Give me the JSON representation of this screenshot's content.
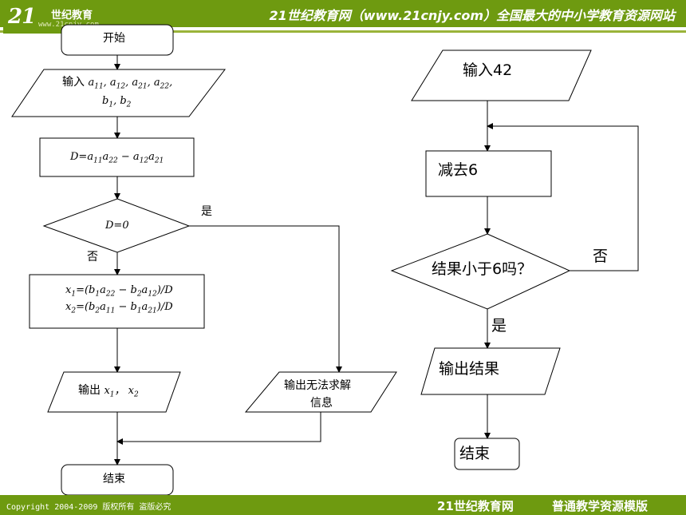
{
  "header": {
    "logo_mark": "21",
    "logo_text": "世纪教育",
    "logo_url": "www.21cnjy.com",
    "title": "21世纪教育网（www.21cnjy.com）全国最大的中小学教育资源网站"
  },
  "footer": {
    "copyright": "Copyright 2004-2009 版权所有 盗版必究",
    "site": "21世纪教育网",
    "template": "普通教学资源模版"
  },
  "left_flow": {
    "start": "开始",
    "input_label": "输入",
    "det_prefix": "D=",
    "decision_cond": "D=0",
    "yes": "是",
    "no": "否",
    "output_label": "输出",
    "no_solution_line1": "输出无法求解",
    "no_solution_line2": "信息",
    "end": "结束"
  },
  "right_flow": {
    "input": "输入42",
    "subtract": "减去6",
    "decision": "结果小于6吗？",
    "no": "否",
    "yes": "是",
    "output": "输出结果",
    "end": "结束"
  },
  "colors": {
    "header_bg": "#6e9a10"
  }
}
